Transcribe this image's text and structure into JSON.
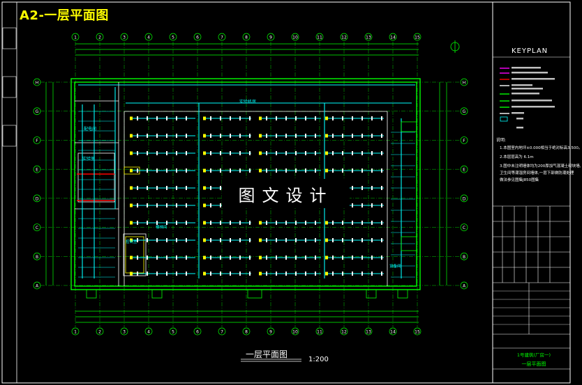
{
  "sheet_title": "A2-一层平面图",
  "overlay_watermark": "图文设计",
  "drawing_title": "一层平面图",
  "drawing_scale": "1:200",
  "keyplan_label": "KEYPLAN",
  "notes_heading": "说明:",
  "notes": [
    "1.本图室内地坪±0.000相当于绝对标高3.500。",
    "2.本层层高为 6.1m",
    "3.图中未注明墙体均为200厚加气混凝土砌块墙,",
    "  卫生间等潮湿房间墙体,一层下部做防潮处理",
    "  做法参见图集J850图集"
  ],
  "project_name": "1号建筑(厂房一)",
  "sheet_name": "一层平面图",
  "grid_columns": [
    "1",
    "2",
    "3",
    "4",
    "5",
    "6",
    "7",
    "8",
    "9",
    "10",
    "11",
    "12",
    "13",
    "14",
    "15"
  ],
  "grid_rows_left": [
    "A",
    "B",
    "C",
    "D",
    "E",
    "F",
    "G",
    "H"
  ],
  "room_labels": {
    "main": "实验机房",
    "left_top": "配电间",
    "left_mid": "实验室",
    "left_low": "控制室",
    "bottom": "楼梯间",
    "right": "设备间"
  },
  "colors": {
    "background": "#000000",
    "wall": "#00ff00",
    "pipe": "#00ffff",
    "frame": "#ffffff",
    "accent_red": "#ff0000",
    "accent_magenta": "#ff00ff",
    "title_yellow": "#ffff00"
  }
}
